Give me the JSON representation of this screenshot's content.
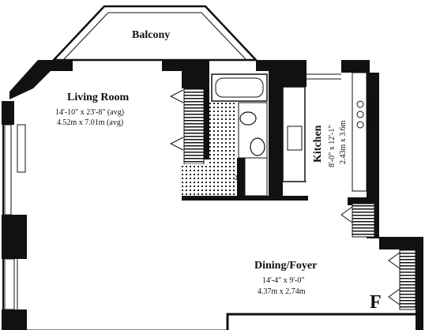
{
  "rooms": {
    "balcony": {
      "name": "Balcony"
    },
    "living_room": {
      "name": "Living Room",
      "dims_imperial": "14'-10\" x 23'-8\" (avg)",
      "dims_metric": "4.52m x 7.01m (avg)"
    },
    "kitchen": {
      "name": "Kitchen",
      "dims_imperial": "8'-0\" x 12'-1\"",
      "dims_metric": "2.43m x 3.6m"
    },
    "dining_foyer": {
      "name": "Dining/Foyer",
      "dims_imperial": "14'-4\" x 9'-0\"",
      "dims_metric": "4.37m x 2.74m"
    }
  },
  "plan_label": "F"
}
